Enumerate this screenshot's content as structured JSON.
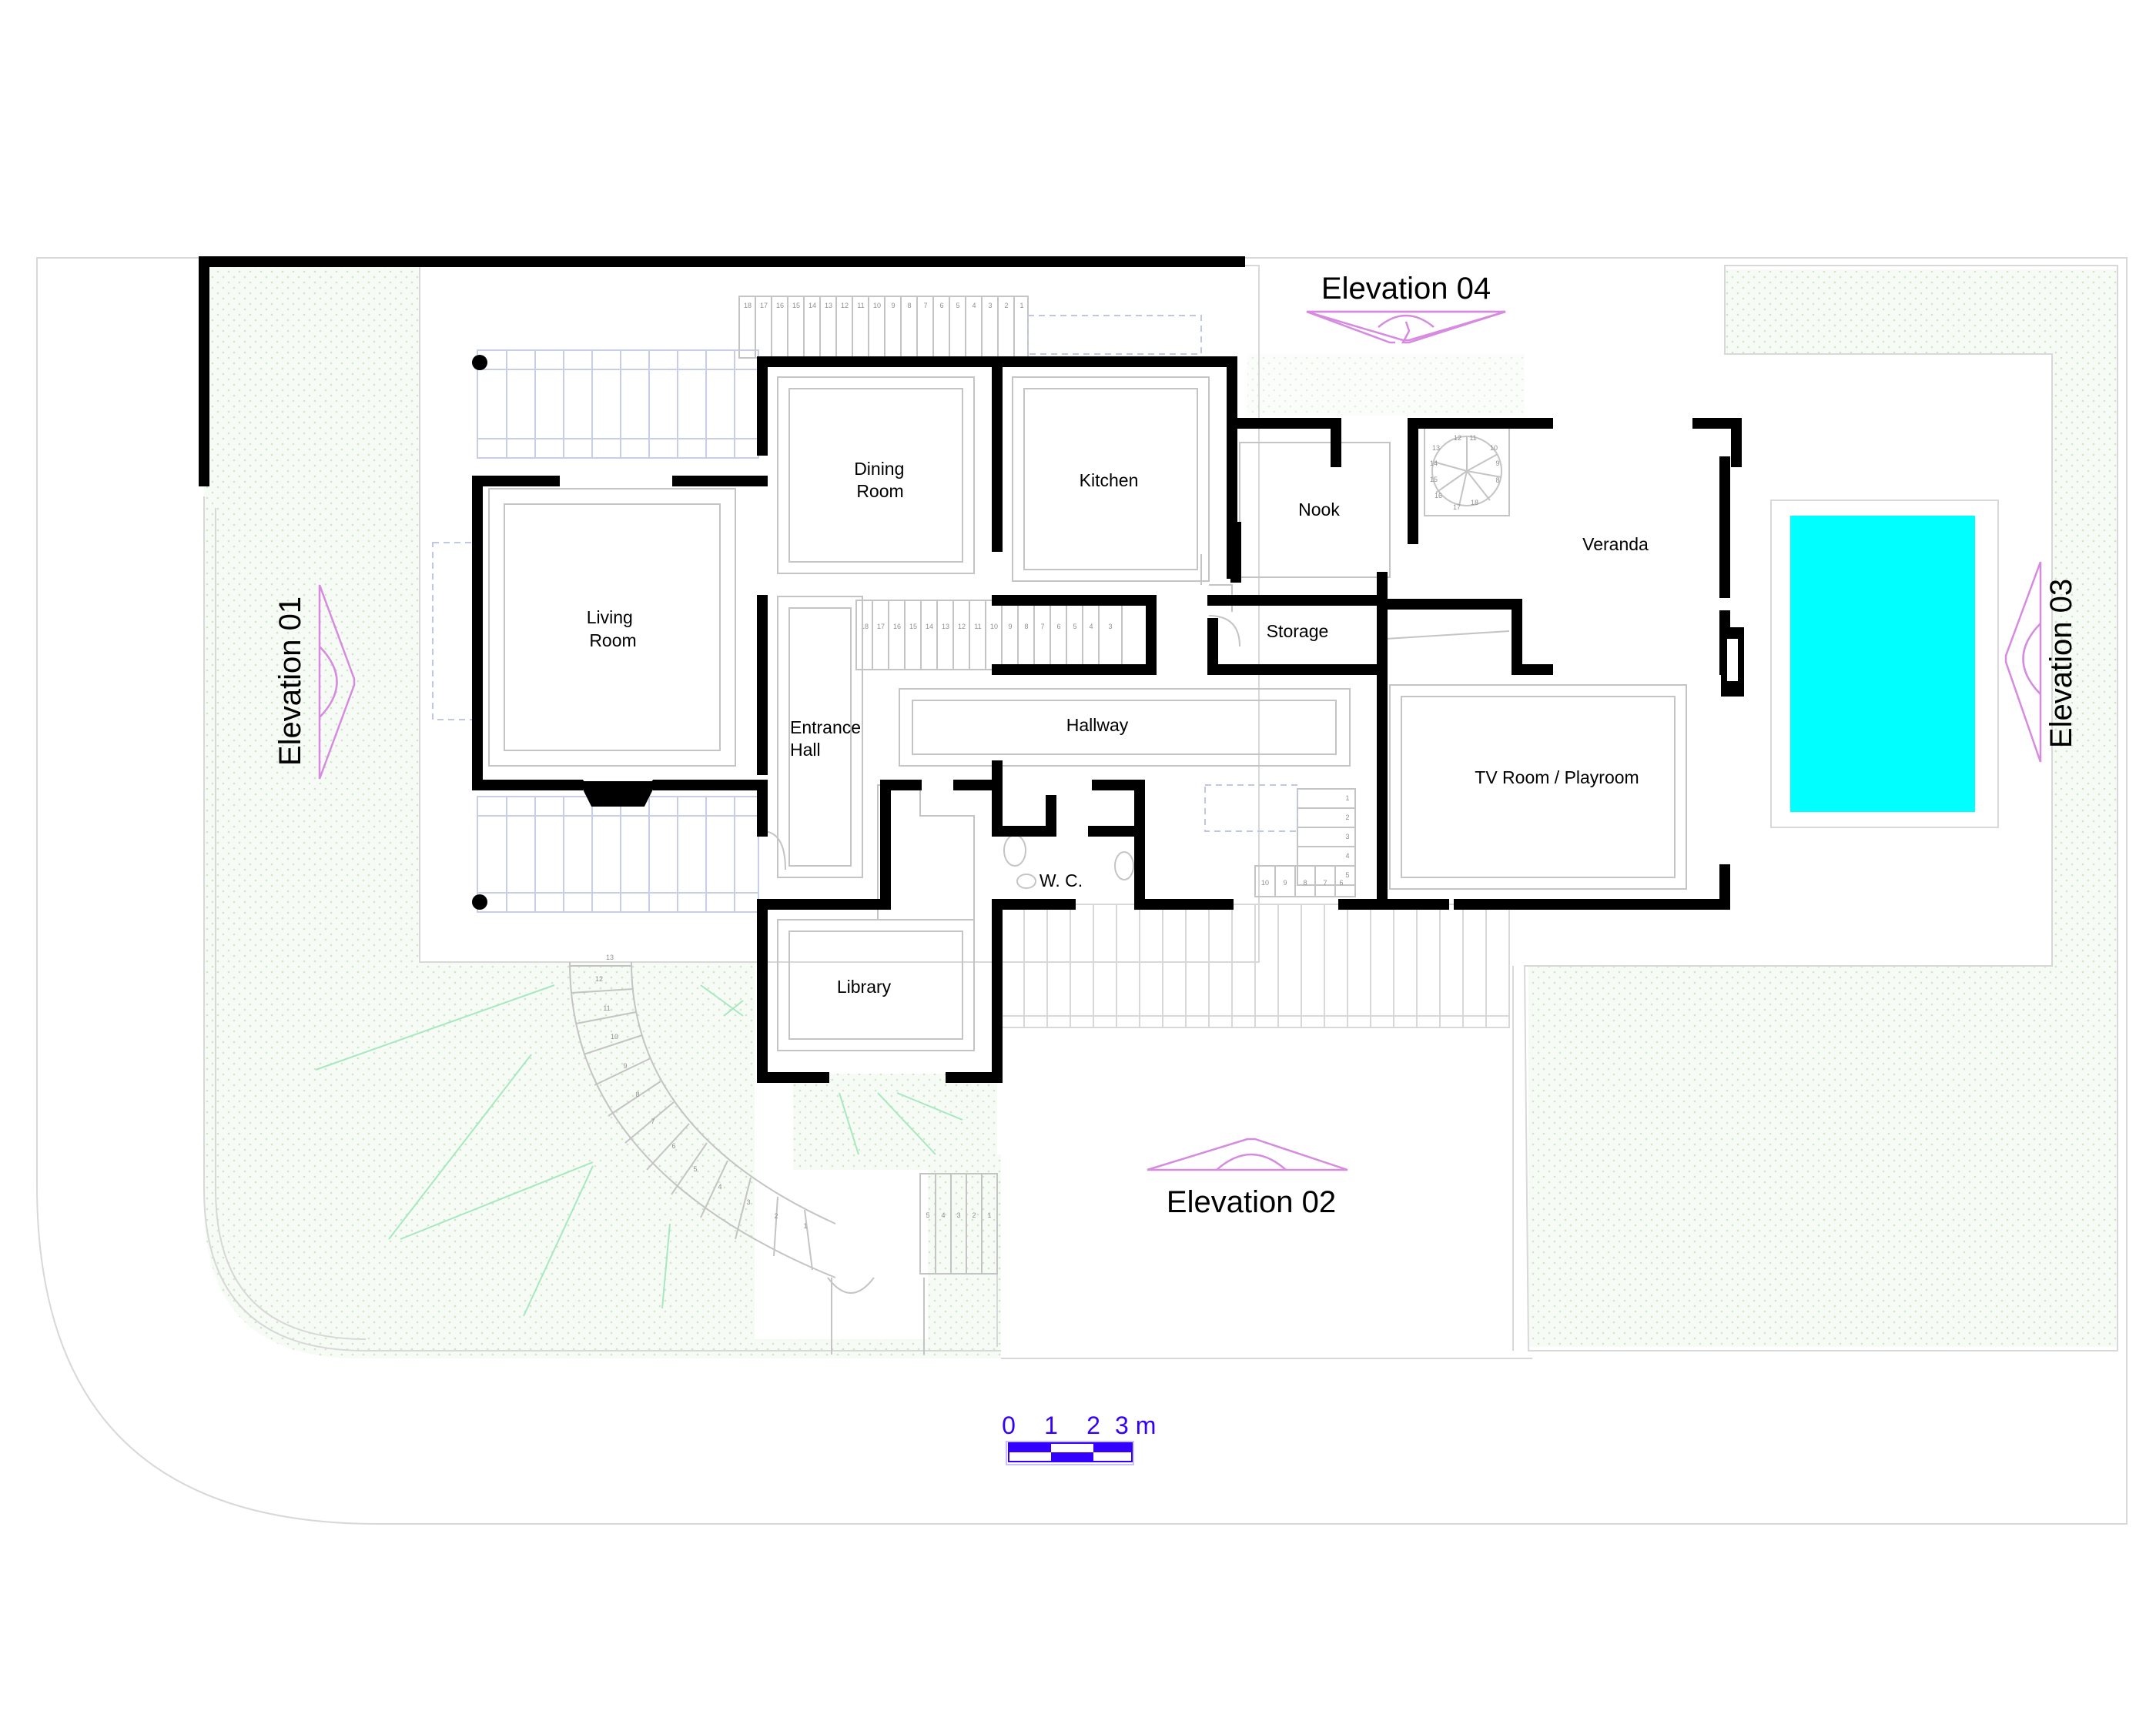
{
  "rooms": {
    "dining": "Dining\nRoom",
    "kitchen": "Kitchen",
    "nook": "Nook",
    "veranda": "Veranda",
    "living": "Living\nRoom",
    "storage": "Storage",
    "entrance": "Entrance\nHall",
    "hallway": "Hallway",
    "tv": "TV Room / Playroom",
    "wc": "W. C.",
    "library": "Library"
  },
  "elevations": {
    "e01": "Elevation 01",
    "e02": "Elevation 02",
    "e03": "Elevation 03",
    "e04": "Elevation 04"
  },
  "scale": {
    "t0": "0",
    "t1": "1",
    "t2": "2",
    "t3": "3 m"
  },
  "stairs": {
    "top_flight": [
      "18",
      "17",
      "16",
      "15",
      "14",
      "13",
      "12",
      "11",
      "10",
      "9",
      "8",
      "7",
      "6",
      "5",
      "4",
      "3",
      "2",
      "1"
    ],
    "mid_flight": [
      "18",
      "17",
      "16",
      "15",
      "14",
      "13",
      "12",
      "11",
      "10",
      "9",
      "8",
      "7",
      "6",
      "5",
      "4",
      "3"
    ],
    "spiral_left": [
      "13",
      "12",
      "11",
      "10",
      "9",
      "8",
      "7",
      "6",
      "5",
      "4",
      "3",
      "2",
      "1"
    ],
    "front_steps": [
      "5",
      "4",
      "3",
      "2",
      "1"
    ],
    "rear_right": [
      "1",
      "2",
      "3",
      "4",
      "5"
    ],
    "rear_bottom": [
      "10",
      "9",
      "8",
      "7",
      "6"
    ],
    "spiral_veranda": [
      "12",
      "11",
      "10",
      "9",
      "8",
      "13",
      "14",
      "15",
      "16",
      "17",
      "18"
    ]
  },
  "colors": {
    "pool": "#00ffff",
    "scale_bar": "#3300ff",
    "elevation_marker": "#d68be0",
    "lawn_dots": "#cfe8c8"
  }
}
